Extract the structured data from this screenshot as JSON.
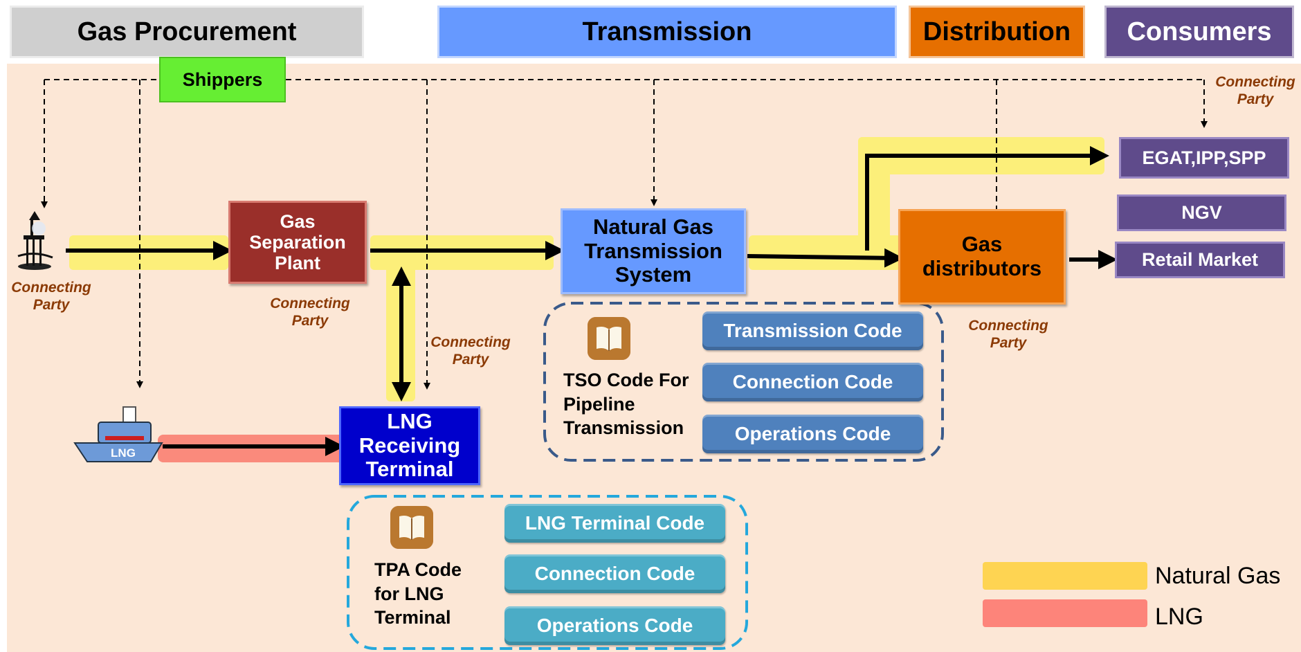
{
  "headers": {
    "gas_procurement": "Gas Procurement",
    "transmission": "Transmission",
    "distribution": "Distribution",
    "consumers": "Consumers"
  },
  "nodes": {
    "shippers": "Shippers",
    "gas_separation_plant": "Gas Separation Plant",
    "natural_gas_transmission_system": "Natural Gas Transmission System",
    "gas_distributors": "Gas distributors",
    "lng_receiving_terminal": "LNG Receiving Terminal",
    "egat_ipp_spp": "EGAT,IPP,SPP",
    "ngv": "NGV",
    "retail_market": "Retail Market",
    "ship_label": "LNG"
  },
  "connecting_party": "Connecting Party",
  "tso_group": {
    "label": "TSO Code For Pipeline Transmission",
    "codes": [
      "Transmission Code",
      "Connection Code",
      "Operations Code"
    ]
  },
  "tpa_group": {
    "label": "TPA Code for LNG Terminal",
    "codes": [
      "LNG Terminal Code",
      "Connection Code",
      "Operations Code"
    ]
  },
  "legend": {
    "natural_gas": "Natural Gas",
    "lng": "LNG"
  },
  "icons": [
    "offshore-platform-icon",
    "lng-ship-icon",
    "book-icon"
  ],
  "colors": {
    "natural_gas": "#fcef7a",
    "lng": "#fa8a7c",
    "legend_natural_gas": "#fed452",
    "legend_lng": "#fd847a",
    "procurement": "#cfcfcf",
    "transmission": "#6699ff",
    "distribution": "#e66f00",
    "consumers": "#5f4b8b",
    "shippers": "#66ee33",
    "separation_plant": "#9a2f2a",
    "lng_terminal": "#0000cc",
    "tso_code": "#4f81bd",
    "tpa_code": "#4bacc6",
    "connecting_party": "#8b3a05"
  }
}
